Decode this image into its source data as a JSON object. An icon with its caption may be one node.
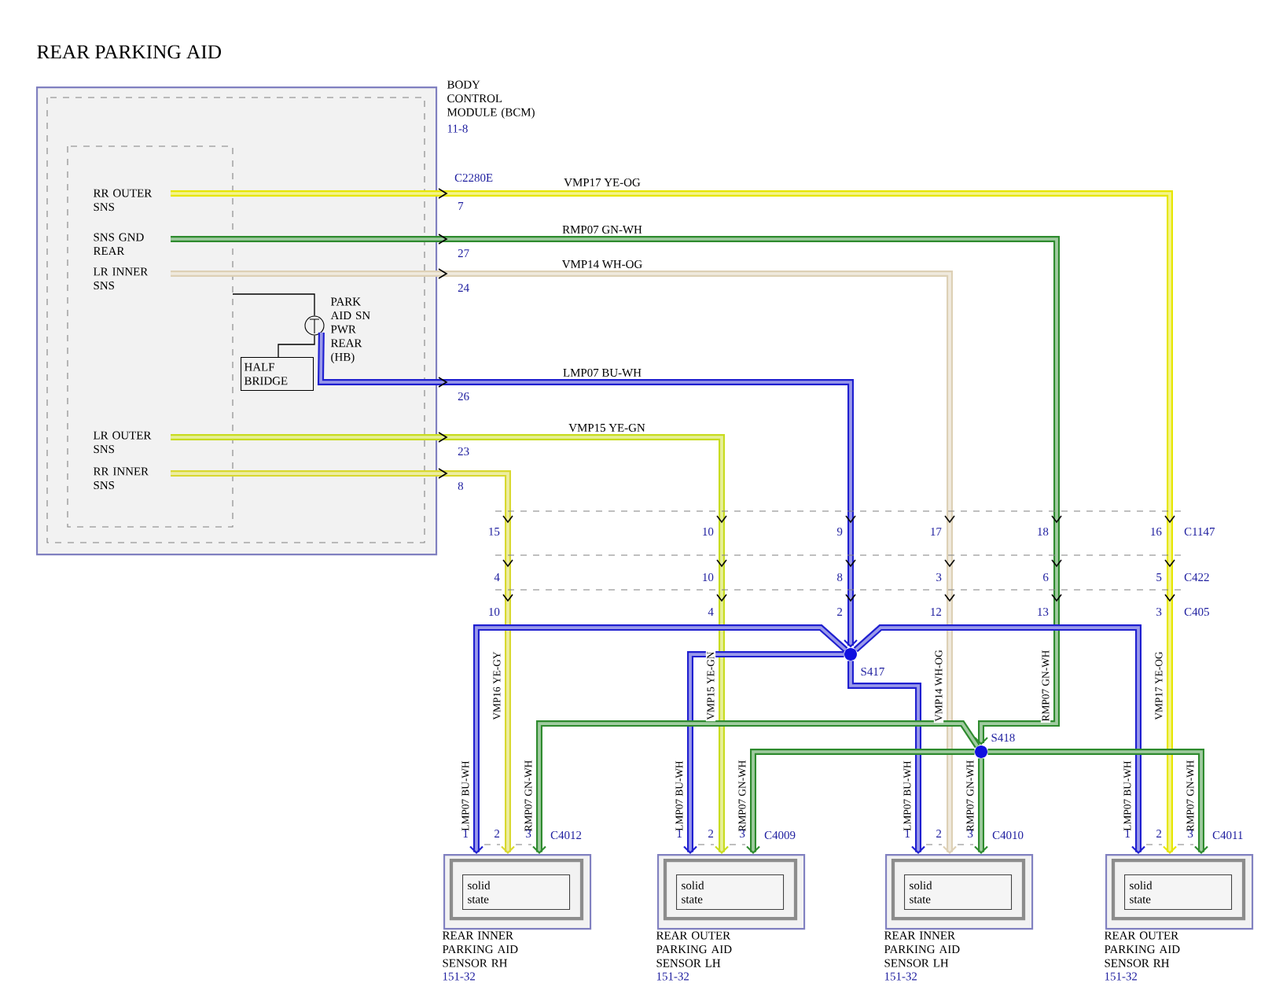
{
  "diagram": {
    "title": "REAR PARKING AID",
    "nodes": [
      {
        "text": [
          "BODY CONTROL MODULE (BCM)",
          "11-8"
        ]
      },
      {
        "text": [
          "RR OUTER SNS"
        ],
        "in": 0
      },
      {
        "text": [
          "SNS GND REAR"
        ],
        "in": 0
      },
      {
        "text": [
          "LR INNER SNS"
        ],
        "in": 0
      },
      {
        "text": [],
        "shape": "circle",
        "beside": [
          "PARK AID SN PWR REAR (HB)"
        ],
        "in": 0
      },
      {
        "text": [
          "HALF BRIDGE"
        ],
        "in": 0
      },
      {
        "text": [
          "LR OUTER SNS"
        ],
        "in": 0
      },
      {
        "text": [
          "RR INNER SNS"
        ],
        "in": 0
      },
      {
        "text": [],
        "shape": "circle",
        "beside": [
          "S417"
        ]
      },
      {
        "text": [],
        "shape": "circle",
        "beside": [
          "S418"
        ]
      },
      {
        "text": [
          "REAR INNER PARKING AID SENSOR RH",
          "151-32"
        ]
      },
      {
        "text": [
          "solid state"
        ],
        "in": 10
      },
      {
        "text": [
          "REAR OUTER PARKING AID SENSOR LH",
          "151-32"
        ]
      },
      {
        "text": [
          "solid state"
        ],
        "in": 12
      },
      {
        "text": [
          "REAR INNER PARKING AID SENSOR LH",
          "151-32"
        ]
      },
      {
        "text": [
          "solid state"
        ],
        "in": 14
      },
      {
        "text": [
          "REAR OUTER PARKING AID SENSOR RH",
          "151-32"
        ]
      },
      {
        "text": [
          "solid state"
        ],
        "in": 16
      }
    ],
    "edges": [
      {
        "from": 1,
        "to": 16,
        "arrow": "to",
        "label": "VMP17 YE-OG",
        "color": "#e6e600"
      },
      {
        "from": 2,
        "to": 9,
        "arrow": "to",
        "label": "RMP07 GN-WH",
        "color": "#2e8b2e"
      },
      {
        "from": 3,
        "to": 14,
        "arrow": "to",
        "label": "VMP14 WH-OG",
        "color": "#ddd0b5"
      },
      {
        "from": 4,
        "to": 8,
        "arrow": "to",
        "label": "LMP07 BU-WH",
        "color": "#1f1fd0"
      },
      {
        "from": 6,
        "to": 12,
        "arrow": "to",
        "label": "VMP15 YE-GN",
        "color": "#c8dc1e"
      },
      {
        "from": 7,
        "to": 10,
        "arrow": "to",
        "label": "VMP16 YE-GY",
        "color": "#d8d830"
      },
      {
        "from": 8,
        "to": 10,
        "arrow": "to",
        "label": "LMP07 BU-WH",
        "color": "#1f1fd0"
      },
      {
        "from": 8,
        "to": 12,
        "arrow": "to",
        "label": "LMP07 BU-WH",
        "color": "#1f1fd0"
      },
      {
        "from": 8,
        "to": 14,
        "arrow": "to",
        "label": "LMP07 BU-WH",
        "color": "#1f1fd0"
      },
      {
        "from": 8,
        "to": 16,
        "arrow": "to",
        "label": "LMP07 BU-WH",
        "color": "#1f1fd0"
      },
      {
        "from": 9,
        "to": 10,
        "arrow": "to",
        "label": "RMP07 GN-WH",
        "color": "#2e8b2e"
      },
      {
        "from": 9,
        "to": 12,
        "arrow": "to",
        "label": "RMP07 GN-WH",
        "color": "#2e8b2e"
      },
      {
        "from": 9,
        "to": 14,
        "arrow": "to",
        "label": "RMP07 GN-WH",
        "color": "#2e8b2e"
      },
      {
        "from": 9,
        "to": 16,
        "arrow": "to",
        "label": "RMP07 GN-WH",
        "color": "#2e8b2e"
      },
      {
        "from": 5,
        "to": 4,
        "arrow": "none",
        "color": "#000000"
      },
      {
        "from": null,
        "to": 4,
        "arrow": "none",
        "color": "#000000"
      }
    ],
    "labels": [
      "C2280E",
      "7",
      "27",
      "24",
      "26",
      "23",
      "8",
      "15",
      "10",
      "9",
      "17",
      "18",
      "16",
      "C1147",
      "4",
      "10",
      "8",
      "3",
      "6",
      "5",
      "C422",
      "10",
      "4",
      "2",
      "12",
      "13",
      "3",
      "C405",
      "VMP15 YE-GN",
      "VMP14 WH-OG",
      "RMP07 GN-WH",
      "VMP17 YE-OG",
      "1",
      "2",
      "3",
      "C4012",
      "1",
      "2",
      "3",
      "C4009",
      "1",
      "2",
      "3",
      "C4010",
      "1",
      "2",
      "3",
      "C4011"
    ]
  }
}
